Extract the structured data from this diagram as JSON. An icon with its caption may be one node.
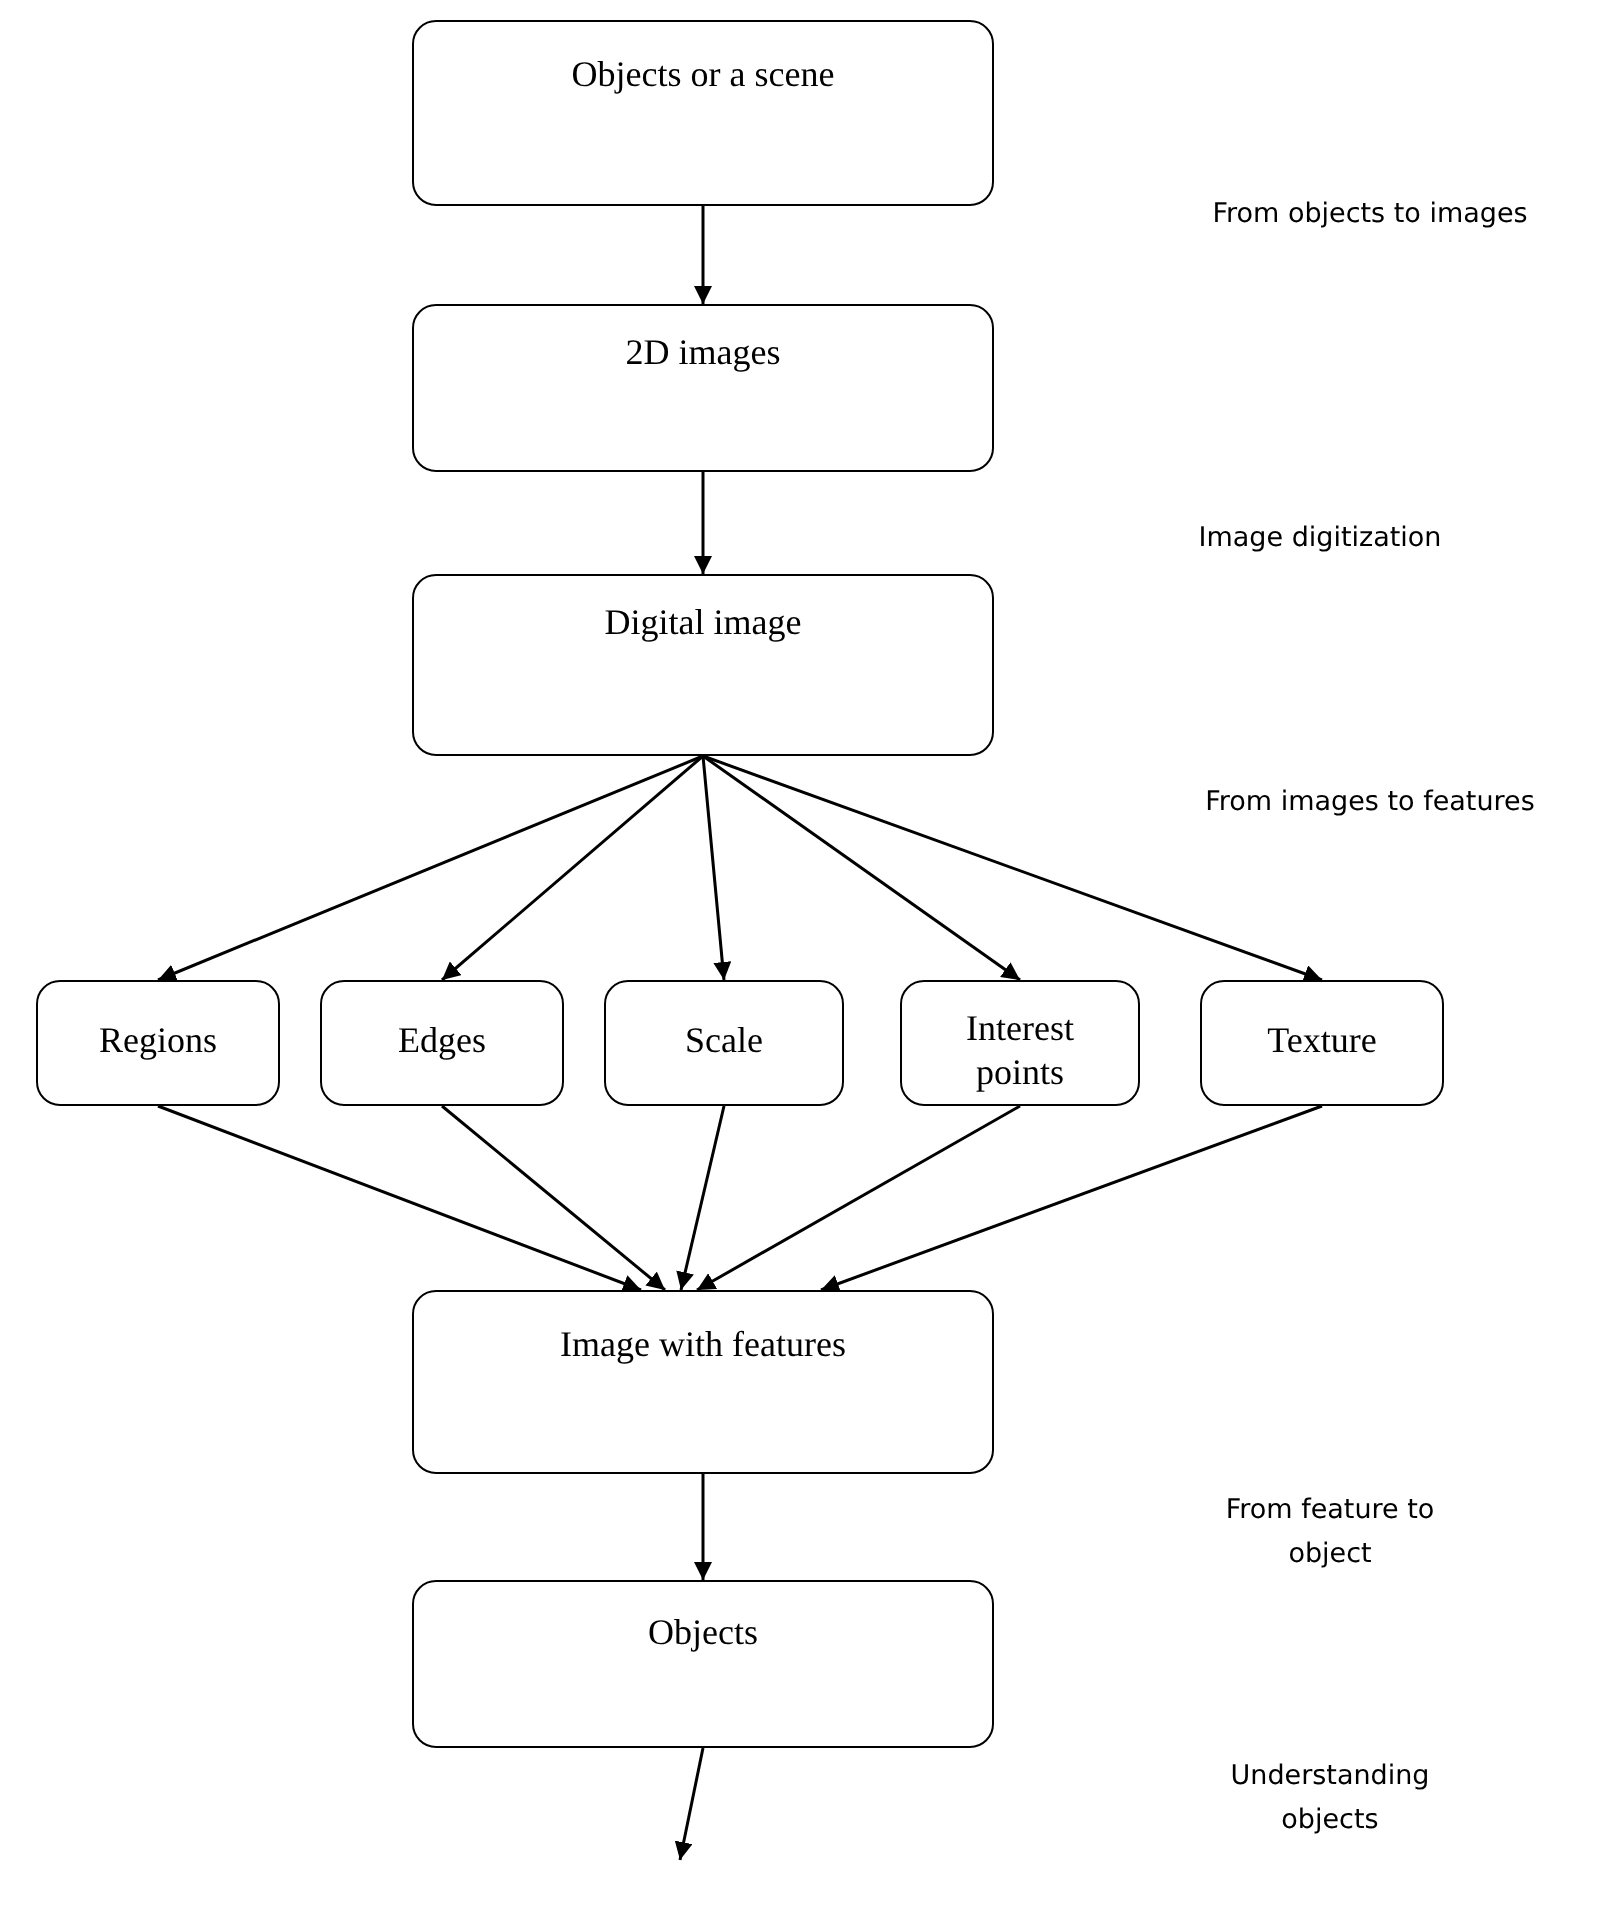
{
  "diagram": {
    "nodes": [
      {
        "text": [
          "Objects or a scene"
        ]
      },
      {
        "text": [
          "2D images"
        ]
      },
      {
        "text": [
          "Digital image"
        ]
      },
      {
        "text": [
          "Regions"
        ]
      },
      {
        "text": [
          "Edges"
        ]
      },
      {
        "text": [
          "Scale"
        ]
      },
      {
        "text": [
          "Interest points"
        ]
      },
      {
        "text": [
          "Texture"
        ]
      },
      {
        "text": [
          "Image with features"
        ]
      },
      {
        "text": [
          "Objects"
        ]
      }
    ],
    "edges": [
      {
        "from": 0,
        "to": 1,
        "arrow": "to"
      },
      {
        "from": 1,
        "to": 2,
        "arrow": "to"
      },
      {
        "from": 2,
        "to": 3,
        "arrow": "to"
      },
      {
        "from": 2,
        "to": 4,
        "arrow": "to"
      },
      {
        "from": 2,
        "to": 5,
        "arrow": "to"
      },
      {
        "from": 2,
        "to": 6,
        "arrow": "to"
      },
      {
        "from": 2,
        "to": 7,
        "arrow": "to"
      },
      {
        "from": 3,
        "to": 8,
        "arrow": "to"
      },
      {
        "from": 4,
        "to": 8,
        "arrow": "to"
      },
      {
        "from": 5,
        "to": 8,
        "arrow": "to"
      },
      {
        "from": 6,
        "to": 8,
        "arrow": "to"
      },
      {
        "from": 7,
        "to": 8,
        "arrow": "to"
      },
      {
        "from": 8,
        "to": 9,
        "arrow": "to"
      },
      {
        "from": 9,
        "to": null,
        "arrow": "to"
      }
    ],
    "labels": [
      "From objects to images",
      "Image digitization",
      "From images to features",
      "From feature to object",
      "Understanding objects"
    ]
  }
}
